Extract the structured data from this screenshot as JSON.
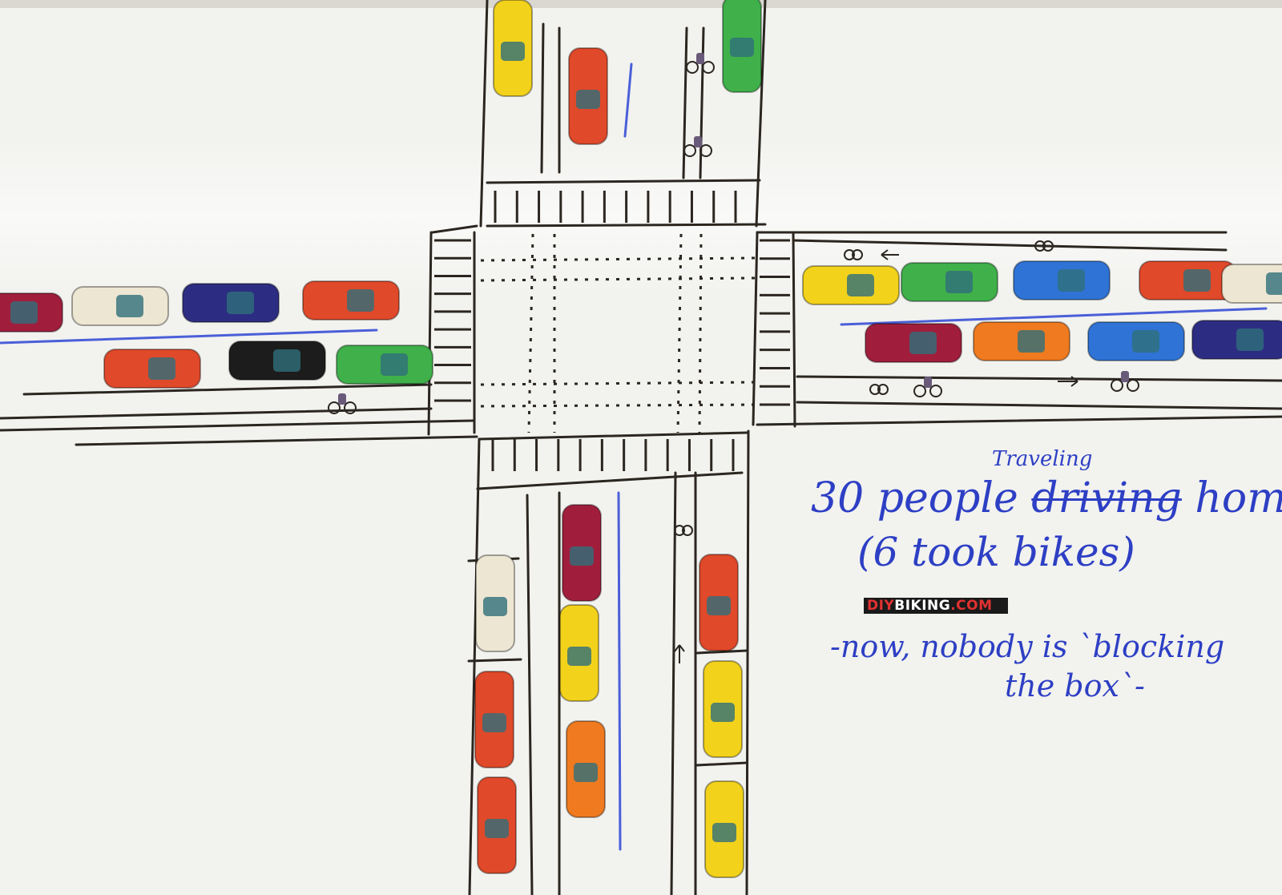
{
  "scene": {
    "board_color": "#f2f2ef",
    "marker_black": "#2b2620",
    "marker_blue": "#4a5fd8",
    "ink_color": "#2d3fc4"
  },
  "note": {
    "traveling": "Traveling",
    "line1_prefix": "30 people",
    "line1_struck": "driving",
    "line1_suffix": "home.",
    "line2": "(6 took bikes)",
    "line3": "-now, nobody is `blocking",
    "line4": "the box`-"
  },
  "logo": {
    "diy": "DIY",
    "biking": "BIKING",
    "dotcom": ".COM"
  },
  "vehicles": [
    {
      "name": "toy-car-yellow",
      "color": "#f2d21b"
    },
    {
      "name": "toy-car-red",
      "color": "#e0492a"
    },
    {
      "name": "toy-car-green",
      "color": "#3fb04a"
    },
    {
      "name": "toy-car-cream",
      "color": "#ede6d2"
    },
    {
      "name": "toy-car-navy",
      "color": "#2c2d82"
    },
    {
      "name": "toy-car-black",
      "color": "#1c1c1c"
    },
    {
      "name": "toy-car-blue",
      "color": "#2f73d6"
    },
    {
      "name": "toy-car-maroon",
      "color": "#a01e3c"
    },
    {
      "name": "toy-car-orange",
      "color": "#ef7a1f"
    }
  ]
}
